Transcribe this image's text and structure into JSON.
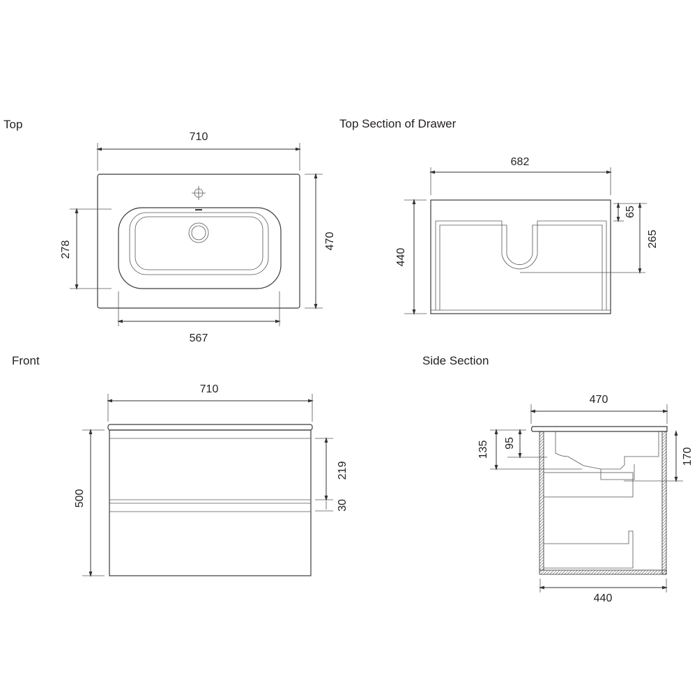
{
  "views": {
    "top": {
      "title": "Top",
      "dims": {
        "width": "710",
        "depth": "470",
        "basin_depth": "278",
        "basin_width": "567"
      }
    },
    "drawer_section": {
      "title": "Top Section of Drawer",
      "dims": {
        "width": "682",
        "depth": "440",
        "front": "65",
        "cutout": "265"
      }
    },
    "front": {
      "title": "Front",
      "dims": {
        "width": "710",
        "height": "500",
        "drawer": "219",
        "gap": "30"
      }
    },
    "side_section": {
      "title": "Side Section",
      "dims": {
        "depth": "470",
        "inner_depth": "440",
        "drawer_top": "135",
        "basin": "95",
        "trap": "170"
      }
    }
  }
}
